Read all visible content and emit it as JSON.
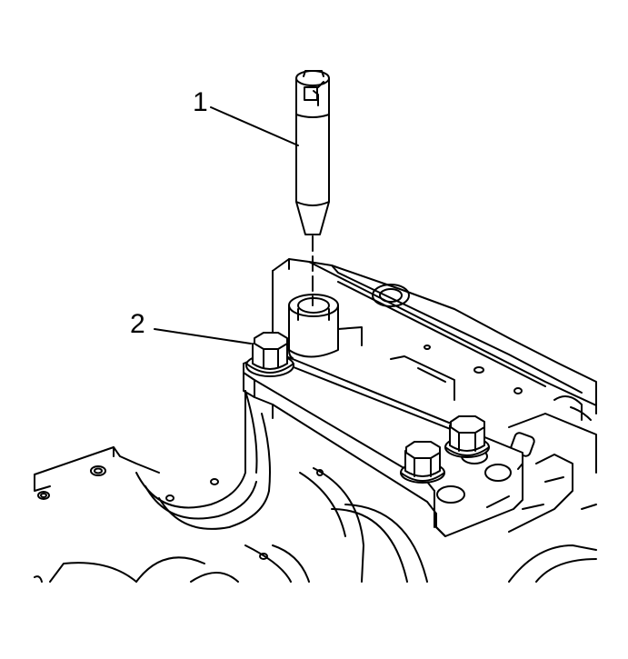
{
  "callouts": [
    {
      "id": "1",
      "text": "1"
    },
    {
      "id": "2",
      "text": "2"
    }
  ],
  "colors": {
    "line": "#000000",
    "background": "#ffffff"
  }
}
